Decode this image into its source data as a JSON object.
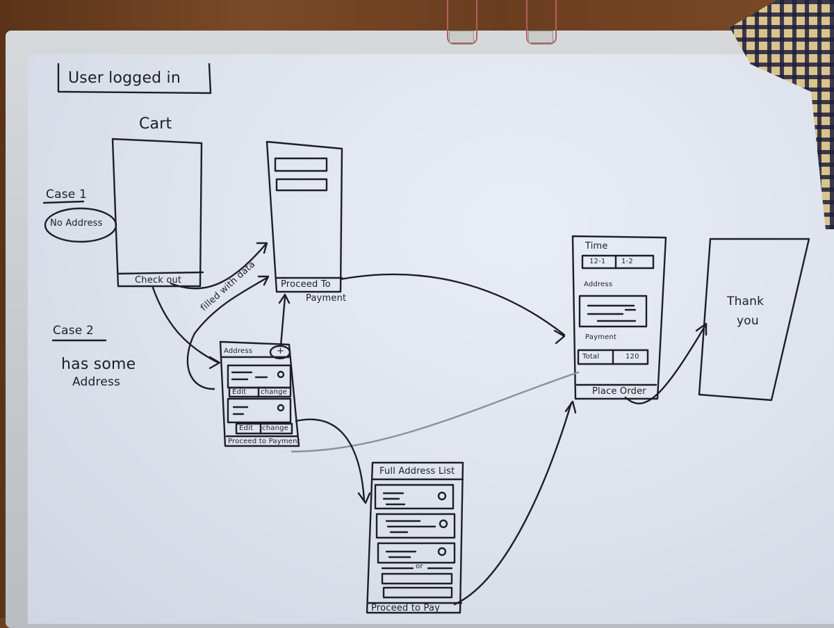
{
  "title": "User logged in",
  "cases": {
    "case1": {
      "heading": "Case 1",
      "note": "No Address"
    },
    "case2": {
      "heading": "Case 2",
      "note_line1": "has some",
      "note_line2": "Address"
    }
  },
  "screens": {
    "cart": {
      "title": "Cart",
      "button": "Check out"
    },
    "address_form": {
      "button_line1": "Proceed To",
      "button_line2": "Payment"
    },
    "address_list": {
      "header": "Address",
      "add_glyph": "+",
      "rows": [
        {
          "edit": "Edit",
          "change": "change"
        },
        {
          "edit": "Edit",
          "change": "change"
        }
      ],
      "button": "Proceed to Payment"
    },
    "full_address_list": {
      "header": "Full Address List",
      "divider": "or",
      "button": "Proceed to Pay"
    },
    "payment": {
      "time_label": "Time",
      "slots": [
        "12-1",
        "1-2"
      ],
      "address_label": "Address",
      "payment_label": "Payment",
      "total_label": "Total",
      "total_value": "120",
      "button": "Place Order"
    },
    "thank_you": {
      "line1": "Thank",
      "line2": "you"
    }
  },
  "annotations": {
    "filled_with_data": "filled with data"
  },
  "colors": {
    "ink": "#1d1f24",
    "board": "#e3e8f1",
    "frame": "#c7cacd",
    "faint_ink": "#8a8f98"
  }
}
